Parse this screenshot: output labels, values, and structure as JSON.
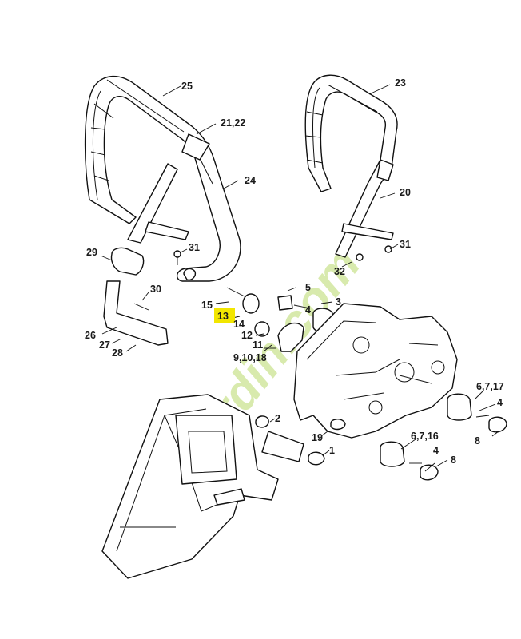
{
  "diagram": {
    "labels": {
      "p1": "1",
      "p2": "2",
      "p3": "3",
      "p4a": "4",
      "p4b": "4",
      "p5": "5",
      "p6_7_17": "6,7,17",
      "p6_7_16": "6,7,16",
      "p8a": "8",
      "p8b": "8",
      "p9_10_18": "9,10,18",
      "p11": "11",
      "p12": "12",
      "p13": "13",
      "p14": "14",
      "p15": "15",
      "p19": "19",
      "p20": "20",
      "p21_22": "21,22",
      "p23": "23",
      "p24": "24",
      "p25": "25",
      "p26": "26",
      "p27": "27",
      "p28": "28",
      "p29": "29",
      "p30": "30",
      "p31a": "31",
      "p31b": "31",
      "p32": "32"
    },
    "highlight_color": "#f2e600"
  },
  "watermark": {
    "text": "Fortejardin.com",
    "color": "#b9d96b",
    "accent_color": "#c8a26e"
  }
}
